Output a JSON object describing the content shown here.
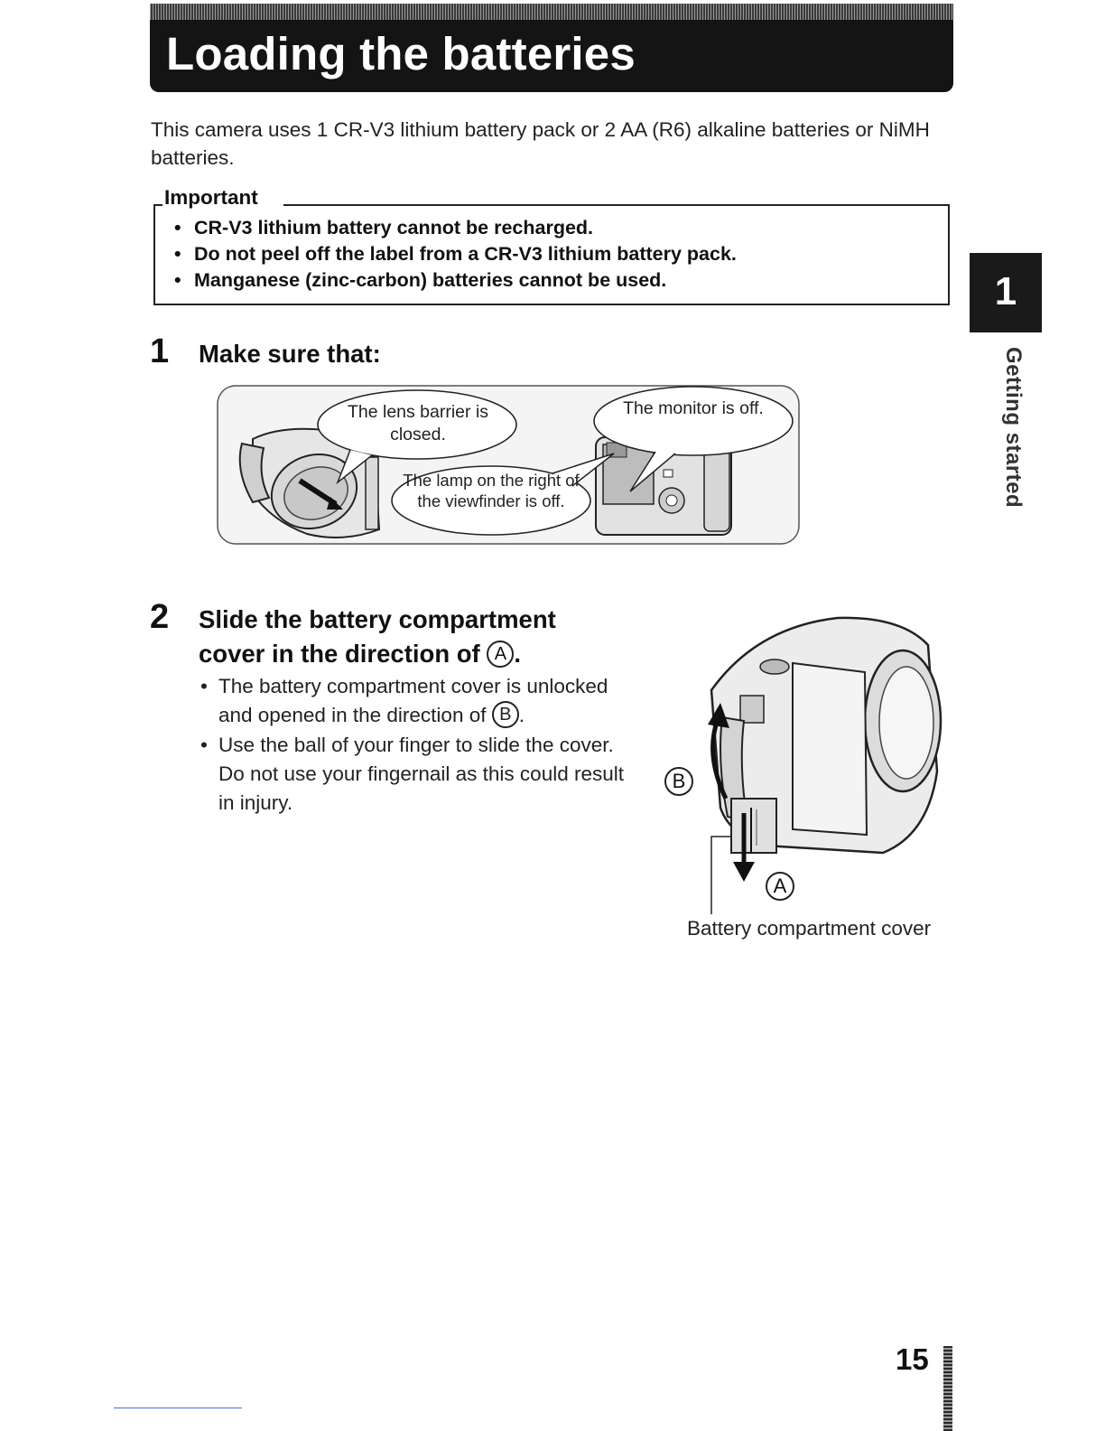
{
  "page": {
    "title": "Loading the batteries",
    "intro": "This camera uses 1 CR-V3 lithium battery pack or 2 AA (R6) alkaline batteries or NiMH batteries.",
    "page_number": "15"
  },
  "important": {
    "label": "Important",
    "items": [
      "CR-V3 lithium battery cannot be recharged.",
      "Do not peel off the label from a CR-V3 lithium battery pack.",
      "Manganese (zinc-carbon) batteries cannot be used."
    ]
  },
  "side_tab": {
    "chapter_number": "1",
    "chapter_label": "Getting started"
  },
  "steps": [
    {
      "number": "1",
      "heading": "Make sure that:",
      "callouts": [
        "The lens barrier is closed.",
        "The monitor is off.",
        "The lamp on the right of the viewfinder is off."
      ]
    },
    {
      "number": "2",
      "heading_line1": "Slide the battery compartment",
      "heading_line2_prefix": "cover in the direction of",
      "heading_symbol": "A",
      "heading_line2_suffix": ".",
      "bullets": [
        {
          "text": "The battery compartment cover is unlocked and opened in the direction of",
          "symbol": "B",
          "suffix": "."
        },
        {
          "text": "Use the ball of your finger to slide the cover. Do not use your fingernail as this could result in injury."
        }
      ],
      "illustration": {
        "label_a": "A",
        "label_b": "B",
        "caption": "Battery compartment cover"
      }
    }
  ],
  "colors": {
    "title_bar": "#141414",
    "text": "#111111",
    "footer_rule": "#4a6fd6"
  }
}
